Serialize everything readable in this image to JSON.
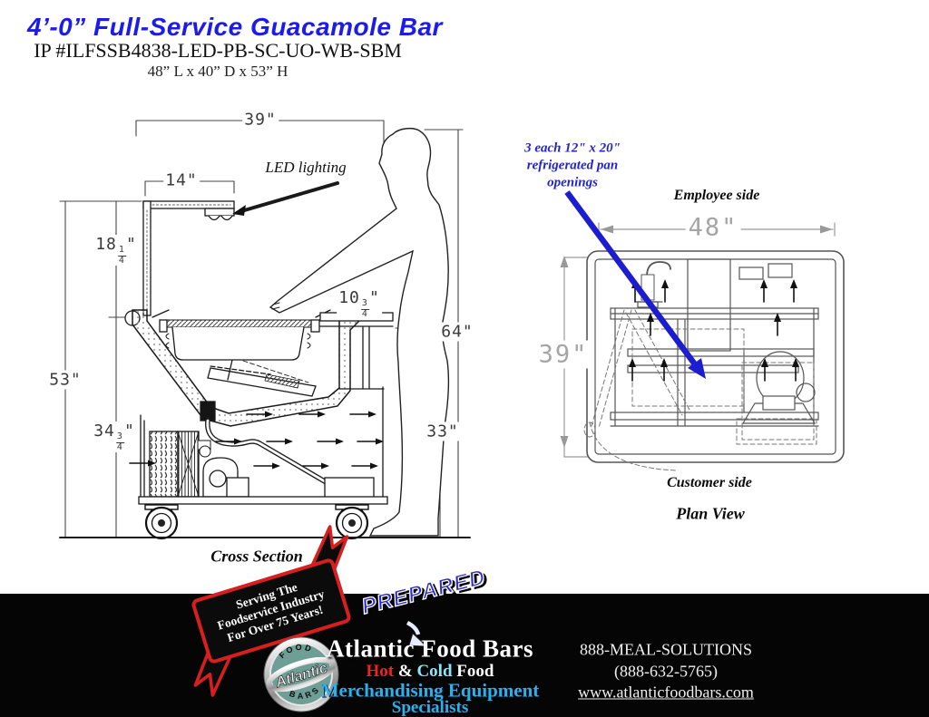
{
  "header": {
    "title": "4’-0” Full-Service Guacamole Bar",
    "model": "IP #ILFSSB4838-LED-PB-SC-UO-WB-SBM",
    "overall_size": "48” L x 40” D x 53” H"
  },
  "cross_section": {
    "caption": "Cross Section",
    "led_label": "LED lighting",
    "inch_mark": "\"",
    "dims": {
      "top_width": "39\"",
      "canopy_depth": "14\"",
      "total_height": "53\"",
      "person_height": "64\"",
      "counter_height": "33\"",
      "upper": {
        "whole": "18",
        "num": "1",
        "den": "4"
      },
      "lower": {
        "whole": "34",
        "num": "3",
        "den": "4"
      },
      "shelf": {
        "whole": "10",
        "num": "3",
        "den": "4"
      }
    }
  },
  "plan_view": {
    "caption": "Plan View",
    "note_line1": "3 each 12\" x 20\"",
    "note_line2": "refrigerated pan",
    "note_line3": "openings",
    "employee_side": "Employee side",
    "customer_side": "Customer side",
    "dims": {
      "width": "48\"",
      "depth": "39\""
    }
  },
  "footer": {
    "ribbon": {
      "line1": "Serving The",
      "line2": "Foodservice Industry",
      "line3": "For Over 75 Years!"
    },
    "prepared": "PREPARED",
    "logo": {
      "top": "FOOD",
      "name": "Atlantic",
      "bottom": "BARS"
    },
    "brand": "Atlantic Food Bars",
    "tagline": {
      "hot": "Hot",
      "amp": " & ",
      "cold": "Cold",
      "food": " Food"
    },
    "merchandising": "Merchandising Equipment",
    "specialists": "Specialists",
    "phone_name": "888-MEAL-SOLUTIONS",
    "phone_number": "(888-632-5765)",
    "website": "www.atlanticfoodbars.com"
  },
  "colors": {
    "title_blue": "#1b1bec",
    "note_blue": "#2424c8",
    "arrow_blue": "#1d1dd0",
    "ribbon_red": "#d81f1f",
    "brand_blue": "#2db0e8",
    "hot_red": "#f52020",
    "cold_cyan": "#8de6f7",
    "logo_teal": "#6f9e97"
  }
}
